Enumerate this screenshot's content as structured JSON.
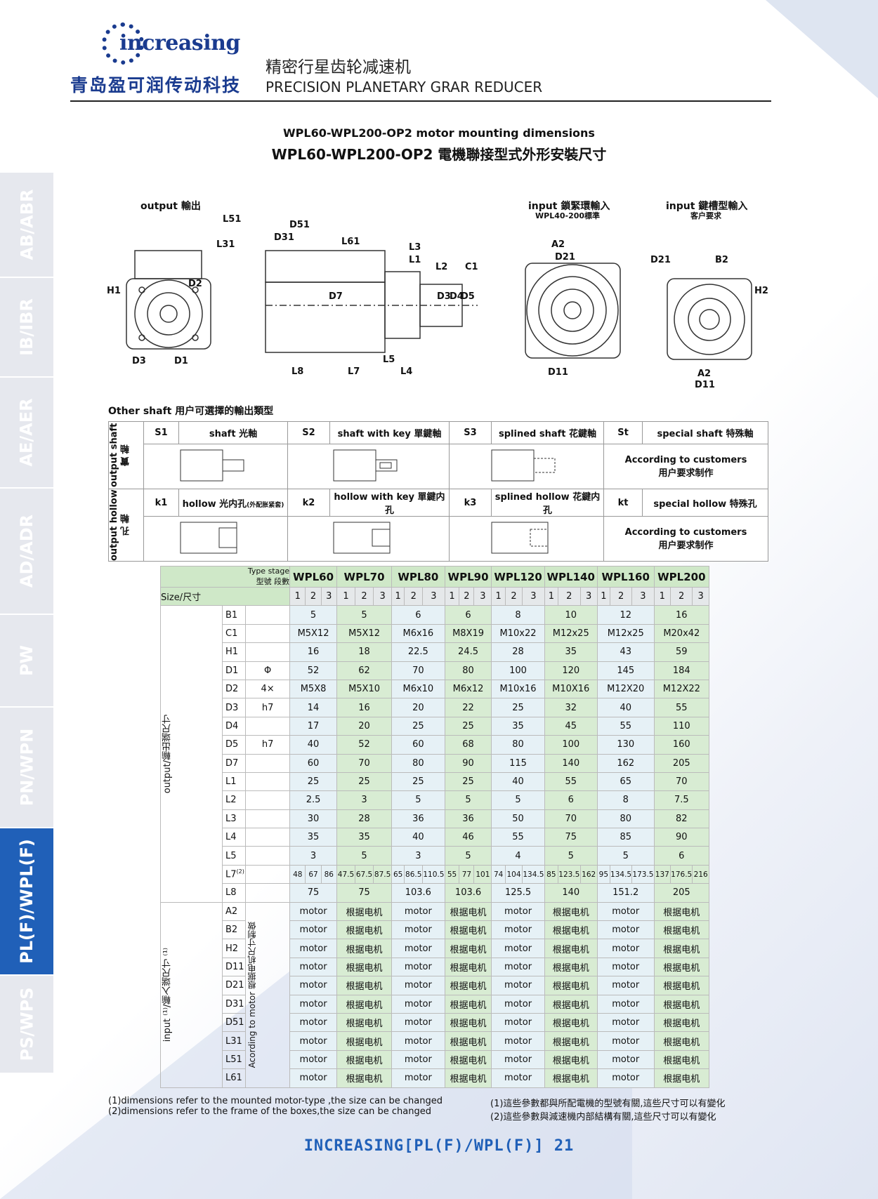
{
  "brand": {
    "name": "increasing",
    "company_cn": "青岛盈可润传动科技"
  },
  "header": {
    "title_cn": "精密行星齿轮减速机",
    "title_en": "PRECISION PLANETARY GRAR REDUCER"
  },
  "subtitle_en": "WPL60-WPL200-OP2  motor mounting dimensions",
  "subtitle_cn": "WPL60-WPL200-OP2 電機聯接型式外形安裝尺寸",
  "sidebar": [
    {
      "label": "AB/ABR",
      "active": false
    },
    {
      "label": "IB/IBR",
      "active": false
    },
    {
      "label": "AE/AER",
      "active": false
    },
    {
      "label": "AD/ADR",
      "active": false
    },
    {
      "label": "PW",
      "active": false
    },
    {
      "label": "PN/WPN",
      "active": false
    },
    {
      "label": "PL(F)/WPL(F)",
      "active": true
    },
    {
      "label": "PS/WPS",
      "active": false
    }
  ],
  "drawing": {
    "output_label": "output 輸出",
    "input1_label": "input 鎖緊環輸入",
    "input1_sub": "WPL40-200標準",
    "input2_label": "input 鍵槽型輸入",
    "input2_sub": "客户要求",
    "dims": [
      "H1",
      "D2",
      "D3",
      "D1",
      "D51",
      "D31",
      "L51",
      "L31",
      "L61",
      "D7",
      "L8",
      "L7",
      "L5",
      "L4",
      "L3",
      "L1",
      "L2",
      "C1",
      "D3",
      "D4",
      "D5",
      "A2",
      "D21",
      "D11",
      "D21",
      "B2",
      "H2",
      "A2",
      "D11"
    ]
  },
  "other_shaft": {
    "title": "Other shaft   用户可選擇的輸出類型",
    "row1_label": "output shaft 實 軸",
    "row2_label": "output hollow 孔 軸",
    "shaft_types": [
      {
        "code": "S1",
        "name": "shaft 光軸"
      },
      {
        "code": "S2",
        "name": "shaft with key 單鍵軸"
      },
      {
        "code": "S3",
        "name": "splined shaft 花鍵軸"
      },
      {
        "code": "St",
        "name": "special shaft 特殊軸"
      }
    ],
    "hollow_types": [
      {
        "code": "k1",
        "name": "hollow 光内孔",
        "note": "(外配胀紧套)"
      },
      {
        "code": "k2",
        "name": "hollow with key 單鍵内孔"
      },
      {
        "code": "k3",
        "name": "splined hollow 花鍵内孔"
      },
      {
        "code": "kt",
        "name": "special hollow 特殊孔"
      }
    ],
    "custom_en": "According to customers",
    "custom_cn": "用户要求制作"
  },
  "dim_table": {
    "type_label": "Type stage",
    "type_label_cn": "型號 段數",
    "size_label": "Size/尺寸",
    "models": [
      "WPL60",
      "WPL70",
      "WPL80",
      "WPL90",
      "WPL120",
      "WPL140",
      "WPL160",
      "WPL200"
    ],
    "stages": [
      "1",
      "2",
      "3"
    ],
    "output_group_label": "output/輸出端尺寸",
    "input_group_label": "input ⁽¹⁾/輸入端尺寸 ⁽¹⁾",
    "input_side_note": "Acording to motor 根据电机尺寸制做",
    "output_rows": [
      {
        "name": "B1",
        "mod": "",
        "vals": [
          "5",
          "5",
          "6",
          "6",
          "8",
          "10",
          "12",
          "16"
        ]
      },
      {
        "name": "C1",
        "mod": "",
        "vals": [
          "M5X12",
          "M5X12",
          "M6x16",
          "M8X19",
          "M10x22",
          "M12x25",
          "M12x25",
          "M20x42"
        ]
      },
      {
        "name": "H1",
        "mod": "",
        "vals": [
          "16",
          "18",
          "22.5",
          "24.5",
          "28",
          "35",
          "43",
          "59"
        ]
      },
      {
        "name": "D1",
        "mod": "Φ",
        "vals": [
          "52",
          "62",
          "70",
          "80",
          "100",
          "120",
          "145",
          "184"
        ]
      },
      {
        "name": "D2",
        "mod": "4×",
        "vals": [
          "M5X8",
          "M5X10",
          "M6x10",
          "M6x12",
          "M10x16",
          "M10X16",
          "M12X20",
          "M12X22"
        ]
      },
      {
        "name": "D3",
        "mod": "h7",
        "vals": [
          "14",
          "16",
          "20",
          "22",
          "25",
          "32",
          "40",
          "55"
        ]
      },
      {
        "name": "D4",
        "mod": "",
        "vals": [
          "17",
          "20",
          "25",
          "25",
          "35",
          "45",
          "55",
          "110"
        ]
      },
      {
        "name": "D5",
        "mod": "h7",
        "vals": [
          "40",
          "52",
          "60",
          "68",
          "80",
          "100",
          "130",
          "160"
        ]
      },
      {
        "name": "D7",
        "mod": "",
        "vals": [
          "60",
          "70",
          "80",
          "90",
          "115",
          "140",
          "162",
          "205"
        ]
      },
      {
        "name": "L1",
        "mod": "",
        "vals": [
          "25",
          "25",
          "25",
          "25",
          "40",
          "55",
          "65",
          "70"
        ]
      },
      {
        "name": "L2",
        "mod": "",
        "vals": [
          "2.5",
          "3",
          "5",
          "5",
          "5",
          "6",
          "8",
          "7.5"
        ]
      },
      {
        "name": "L3",
        "mod": "",
        "vals": [
          "30",
          "28",
          "36",
          "36",
          "50",
          "70",
          "80",
          "82"
        ]
      },
      {
        "name": "L4",
        "mod": "",
        "vals": [
          "35",
          "35",
          "40",
          "46",
          "55",
          "75",
          "85",
          "90"
        ]
      },
      {
        "name": "L5",
        "mod": "",
        "vals": [
          "3",
          "5",
          "3",
          "5",
          "4",
          "5",
          "5",
          "6"
        ]
      }
    ],
    "l7_row": {
      "name": "L7",
      "sup": "(2)",
      "vals": [
        "48",
        "67",
        "86",
        "47.5",
        "67.5",
        "87.5",
        "65",
        "86.5",
        "110.5",
        "55",
        "77",
        "101",
        "74",
        "104",
        "134.5",
        "85",
        "123.5",
        "162",
        "95",
        "134.5",
        "173.5",
        "137",
        "176.5",
        "216"
      ]
    },
    "l8_row": {
      "name": "L8",
      "vals": [
        "75",
        "75",
        "103.6",
        "103.6",
        "125.5",
        "140",
        "151.2",
        "205"
      ]
    },
    "input_rows": [
      "A2",
      "B2",
      "H2",
      "D11",
      "D21",
      "D31",
      "D51",
      "L31",
      "L51",
      "L61"
    ],
    "input_vals": [
      "motor",
      "根据电机",
      "motor",
      "根据电机",
      "motor",
      "根据电机",
      "motor",
      "根据电机"
    ]
  },
  "notes": {
    "en1": "(1)dimensions refer to the mounted motor-type ,the size can be changed",
    "en2": "(2)dimensions refer to the frame of the boxes,the size can be changed",
    "cn1": "(1)這些參數都與所配電機的型號有關,這些尺寸可以有變化",
    "cn2": "(2)這些參數與減速機内部結構有關,這些尺寸可以有變化"
  },
  "footer": "INCREASING[PL(F)/WPL(F)] 21"
}
